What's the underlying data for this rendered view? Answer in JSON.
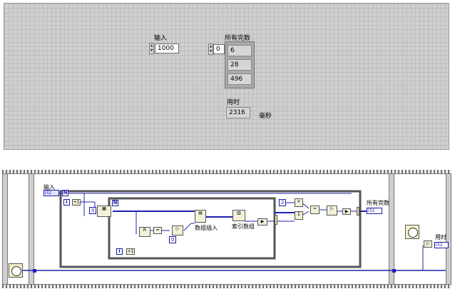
{
  "front_panel": {
    "input": {
      "label": "输入",
      "value": "1000"
    },
    "perfect_numbers": {
      "label": "所有完数",
      "index": "0",
      "values": [
        "6",
        "28",
        "496"
      ]
    },
    "elapsed": {
      "label": "用时",
      "value": "2316",
      "unit": "毫秒"
    }
  },
  "block_diagram": {
    "input_label": "输入",
    "input_terminal": "I32",
    "output_label": "所有完数",
    "output_terminal": "I32",
    "time_label": "用时",
    "time_terminal": "I32",
    "loop_count_label": "N",
    "inner_loop_count_label": "N",
    "iteration_label": "i",
    "constant_zero": "0",
    "constant_two": "2",
    "array_insert_label": "数组插入",
    "index_array_label": "索引数组",
    "sum_symbol": "Σ",
    "equal_symbol": "=",
    "multiply_symbol": "×",
    "increment_symbol": "+1",
    "greater_symbol": ">"
  },
  "colors": {
    "wire": "#2020b0",
    "panel_bg": "#cfcfcf",
    "frame": "#cfcfcf"
  }
}
